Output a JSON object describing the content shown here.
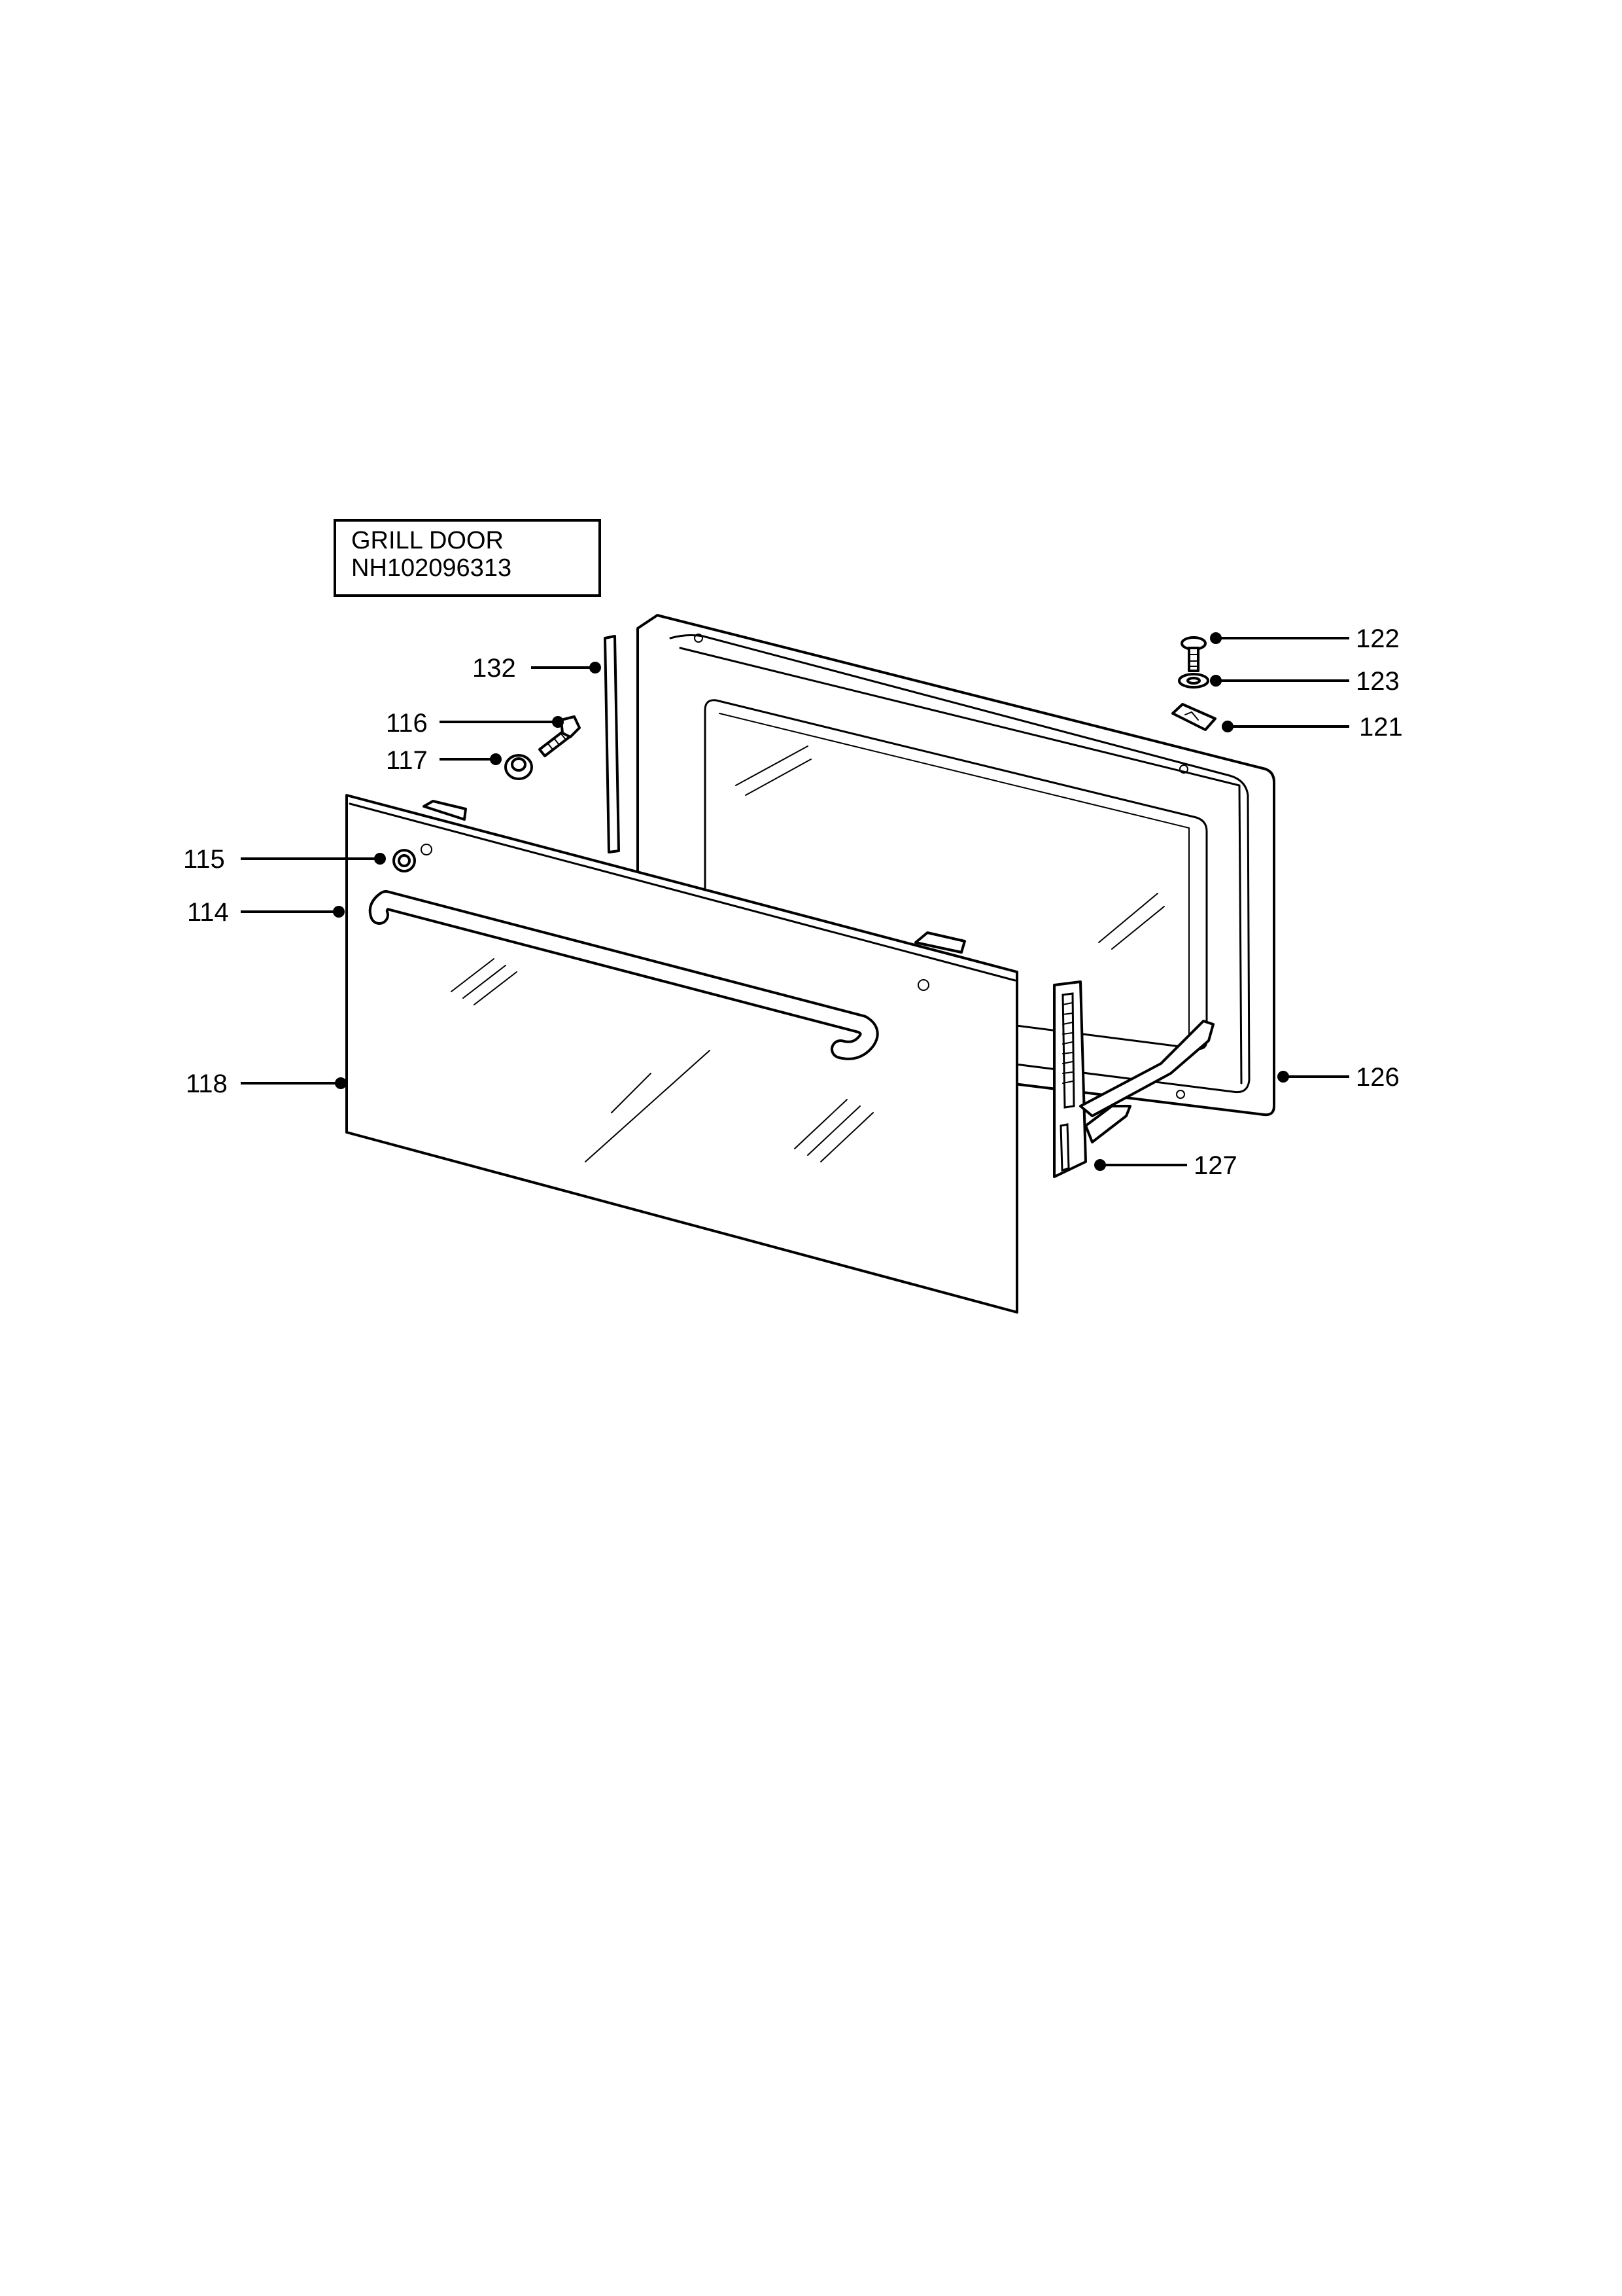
{
  "title_box": {
    "line1": "GRILL DOOR",
    "line2": "NH102096313"
  },
  "callouts": [
    {
      "id": "132",
      "label": "132"
    },
    {
      "id": "116",
      "label": "116"
    },
    {
      "id": "117",
      "label": "117"
    },
    {
      "id": "115",
      "label": "115"
    },
    {
      "id": "114",
      "label": "114"
    },
    {
      "id": "118",
      "label": "118"
    },
    {
      "id": "122",
      "label": "122"
    },
    {
      "id": "123",
      "label": "123"
    },
    {
      "id": "121",
      "label": "121"
    },
    {
      "id": "126",
      "label": "126"
    },
    {
      "id": "127",
      "label": "127"
    }
  ]
}
